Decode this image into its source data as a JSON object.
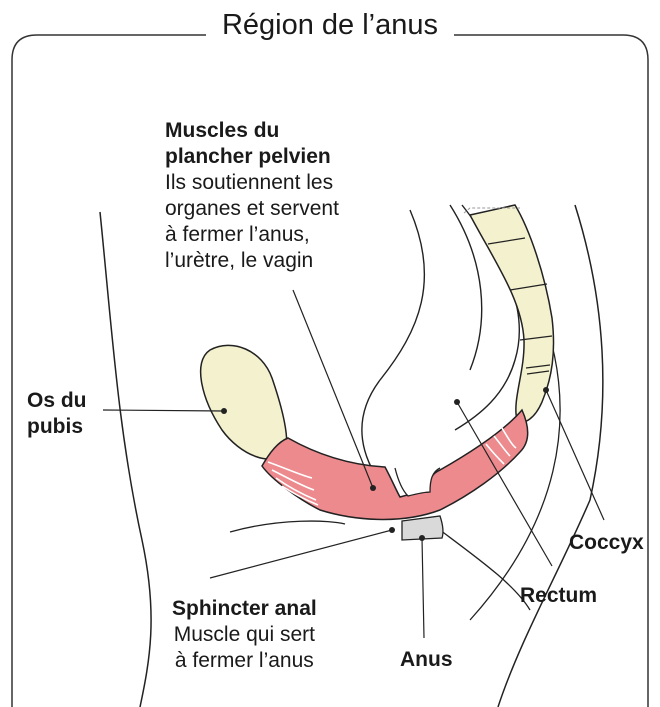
{
  "title": "Région de l’anus",
  "labels": {
    "pelvic_floor": {
      "name": "Muscles du plancher pelvien",
      "name_line1": "Muscles du",
      "name_line2": "plancher pelvien",
      "desc_lines": [
        "Ils soutiennent les",
        "organes et servent",
        "à fermer l’anus,",
        "l’urètre, le vagin"
      ]
    },
    "pubis": {
      "line1": "Os du",
      "line2": "pubis"
    },
    "coccyx": "Coccyx",
    "rectum": "Rectum",
    "sphincter": {
      "name": "Sphincter anal",
      "desc_lines": [
        "Muscle qui sert",
        "à fermer l’anus"
      ]
    },
    "anus": "Anus"
  },
  "colors": {
    "bone": "#f4f1cf",
    "muscle": "#ec8a8e",
    "sphincter": "#d9d9d9",
    "outline": "#1a1a1a"
  }
}
